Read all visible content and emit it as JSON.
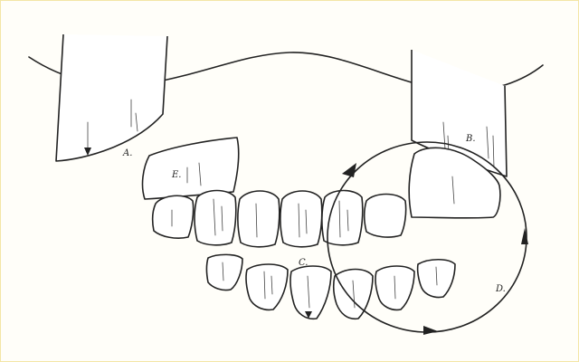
{
  "labels": {
    "A": "A.",
    "B": "B.",
    "C": "C.",
    "D": "D.",
    "E": "E."
  }
}
